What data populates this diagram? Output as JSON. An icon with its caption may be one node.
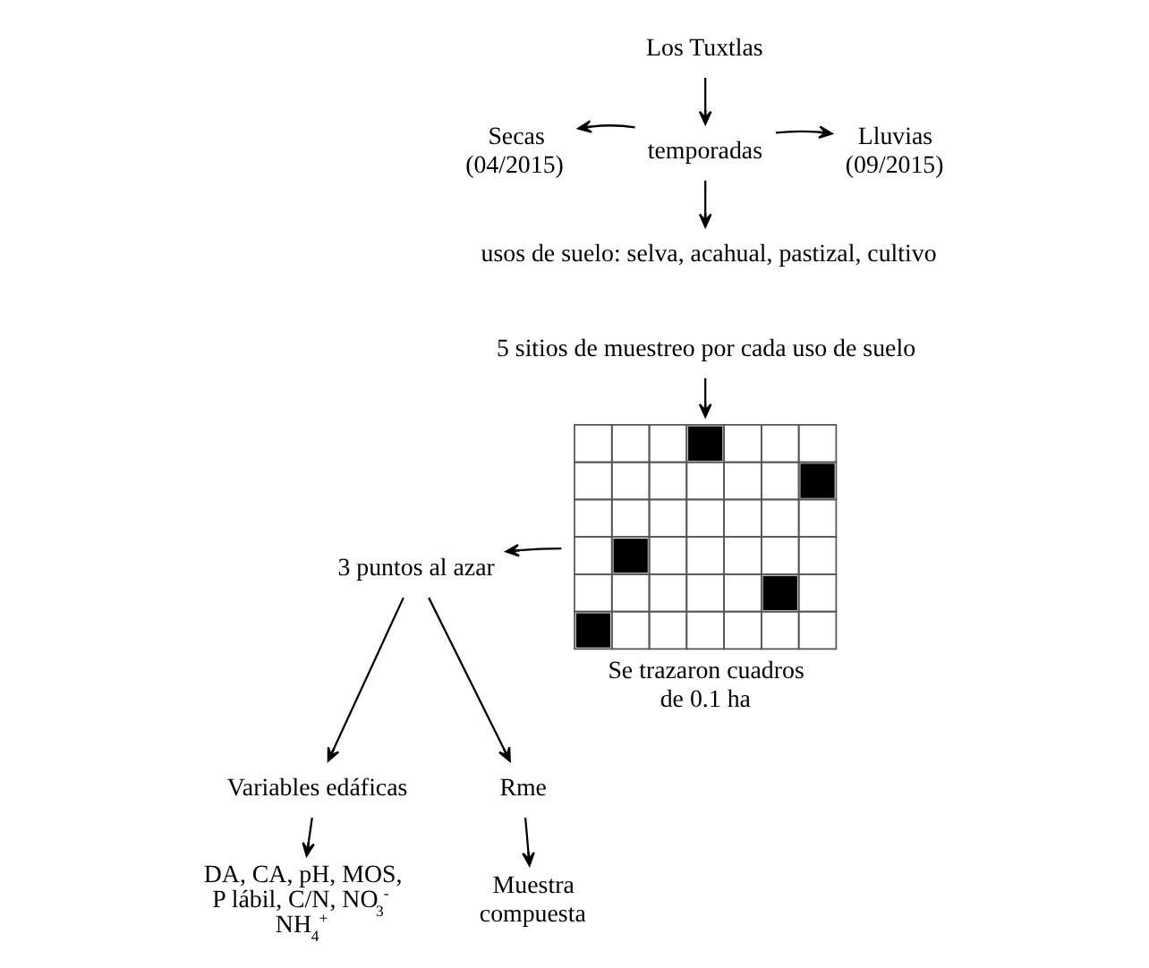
{
  "diagram": {
    "nodes": [
      {
        "text": [
          "Los Tuxtlas"
        ]
      },
      {
        "text": [
          "temporadas"
        ]
      },
      {
        "text": [
          "Secas (04/2015)"
        ]
      },
      {
        "text": [
          "Lluvias (09/2015)"
        ]
      },
      {
        "text": [
          "usos de suelo: selva, acahual, pastizal, cultivo"
        ]
      },
      {
        "text": [
          "5 sitios de muestreo por cada uso de suelo"
        ]
      },
      {
        "text": [],
        "shape": "picture",
        "beside": [
          "Se trazaron cuadros de 0.1 ha"
        ]
      },
      {
        "text": [
          "3 puntos al azar"
        ]
      },
      {
        "text": [
          "Variables edáficas"
        ]
      },
      {
        "text": [
          "Rme"
        ]
      },
      {
        "text": [
          "DA, CA, pH, MOS, P lábil, C/N, NO$_{3}$$^{-}$ NH$_{4}$$^{+}$"
        ]
      },
      {
        "text": [
          "Muestra compuesta"
        ]
      }
    ],
    "edges": [
      {
        "from": 0,
        "to": 1,
        "arrow": "to"
      },
      {
        "from": 1,
        "to": 2,
        "arrow": "to"
      },
      {
        "from": 1,
        "to": 3,
        "arrow": "to"
      },
      {
        "from": 1,
        "to": 4,
        "arrow": "to"
      },
      {
        "from": 5,
        "to": 6,
        "arrow": "to"
      },
      {
        "from": 6,
        "to": 7,
        "arrow": "to"
      },
      {
        "from": 7,
        "to": 8,
        "arrow": "to"
      },
      {
        "from": 7,
        "to": 9,
        "arrow": "to"
      },
      {
        "from": 8,
        "to": 10,
        "arrow": "to"
      },
      {
        "from": 9,
        "to": 11,
        "arrow": "to"
      }
    ]
  }
}
